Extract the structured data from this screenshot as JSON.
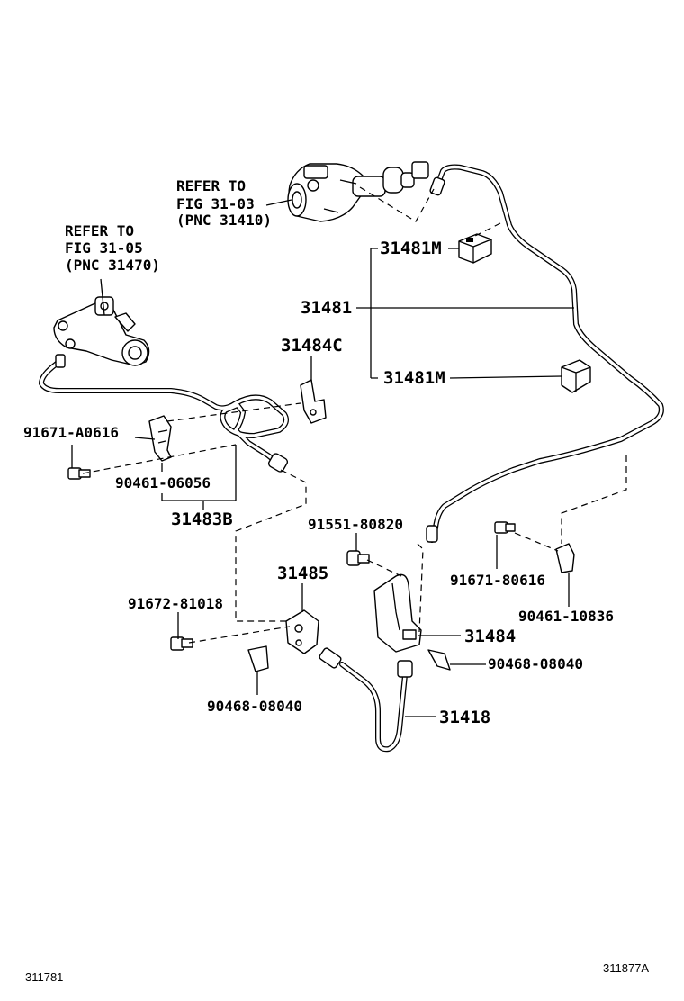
{
  "refs": {
    "ref_upper": [
      "REFER TO",
      "FIG 31-03",
      "(PNC 31410)"
    ],
    "ref_left": [
      "REFER TO",
      "FIG 31-05",
      "(PNC 31470)"
    ]
  },
  "parts": {
    "p_31481m_a": "31481M",
    "p_31481": "31481",
    "p_31481m_b": "31481M",
    "p_31484c": "31484C",
    "p_91671a0616": "91671-A0616",
    "p_9046106056": "90461-06056",
    "p_31483b": "31483B",
    "p_9155180820": "91551-80820",
    "p_31485": "31485",
    "p_9167180616": "91671-80616",
    "p_9046110836": "90461-10836",
    "p_9167281018": "91672-81018",
    "p_31484": "31484",
    "p_9046808040_a": "90468-08040",
    "p_9046808040_b": "90468-08040",
    "p_31418": "31418"
  },
  "footer": {
    "left_code": "311781",
    "right_code": "311877A"
  }
}
